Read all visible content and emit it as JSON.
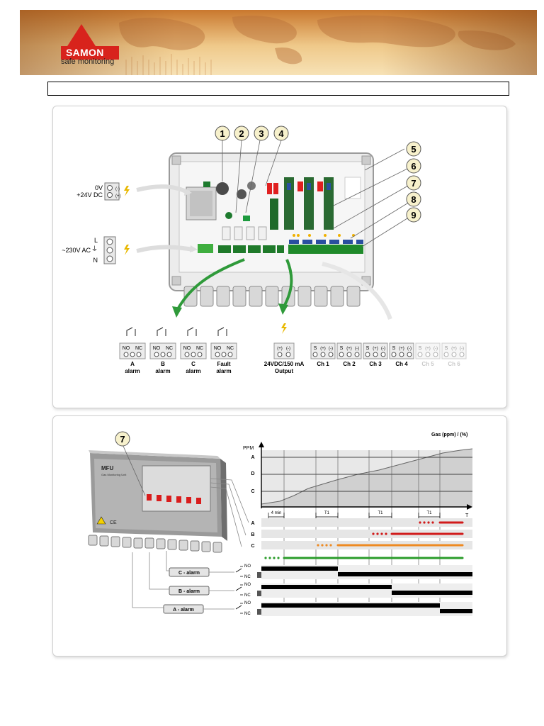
{
  "header": {
    "brand_name": "SAMON",
    "brand_tagline": "safe monitoring",
    "title_text": ""
  },
  "panel1": {
    "callouts": [
      "1",
      "2",
      "3",
      "4",
      "5",
      "6",
      "7",
      "8",
      "9"
    ],
    "power_dc": {
      "line1": "0V",
      "line2": "+24V DC",
      "term_top": "(-)",
      "term_bottom": "(+)"
    },
    "power_ac": {
      "l": "L",
      "ground": "⏚",
      "n": "N",
      "label": "~230V AC"
    },
    "alarms": [
      {
        "no": "NO",
        "nc": "NC",
        "line1": "A",
        "line2": "alarm"
      },
      {
        "no": "NO",
        "nc": "NC",
        "line1": "B",
        "line2": "alarm"
      },
      {
        "no": "NO",
        "nc": "NC",
        "line1": "C",
        "line2": "alarm"
      },
      {
        "no": "NO",
        "nc": "NC",
        "line1": "Fault",
        "line2": "alarm"
      }
    ],
    "output": {
      "plus": "(+)",
      "minus": "(-)",
      "line1": "24VDC/150 mA",
      "line2": "Output"
    },
    "channel_terms": {
      "s": "S",
      "plus": "(+)",
      "minus": "(-)"
    },
    "channels": [
      "Ch 1",
      "Ch 2",
      "Ch 3",
      "Ch 4",
      "Ch 5",
      "Ch 6"
    ]
  },
  "panel2": {
    "callout": "7",
    "device": {
      "name": "MFU",
      "subtitle": "Gas Monitoring Unit",
      "ce": "CE"
    },
    "chart": {
      "y_label": "PPM",
      "y_levels": [
        "A",
        "D",
        "C"
      ],
      "curve_label": "Gas (ppm) / (%)",
      "x_label": "T",
      "intervals": [
        "4 min",
        "T1",
        "T1",
        "T1"
      ],
      "lanes": [
        "A",
        "B",
        "C"
      ]
    },
    "relays": [
      {
        "label": "C - alarm",
        "no": "NO",
        "nc": "NC"
      },
      {
        "label": "B - alarm",
        "no": "NO",
        "nc": "NC"
      },
      {
        "label": "A - alarm",
        "no": "NO",
        "nc": "NC"
      }
    ],
    "colors": {
      "a_lane": "#d11a1a",
      "b_lane": "#d11a1a",
      "c_lane": "#ee8a22",
      "base": "#2a9c2a"
    }
  }
}
